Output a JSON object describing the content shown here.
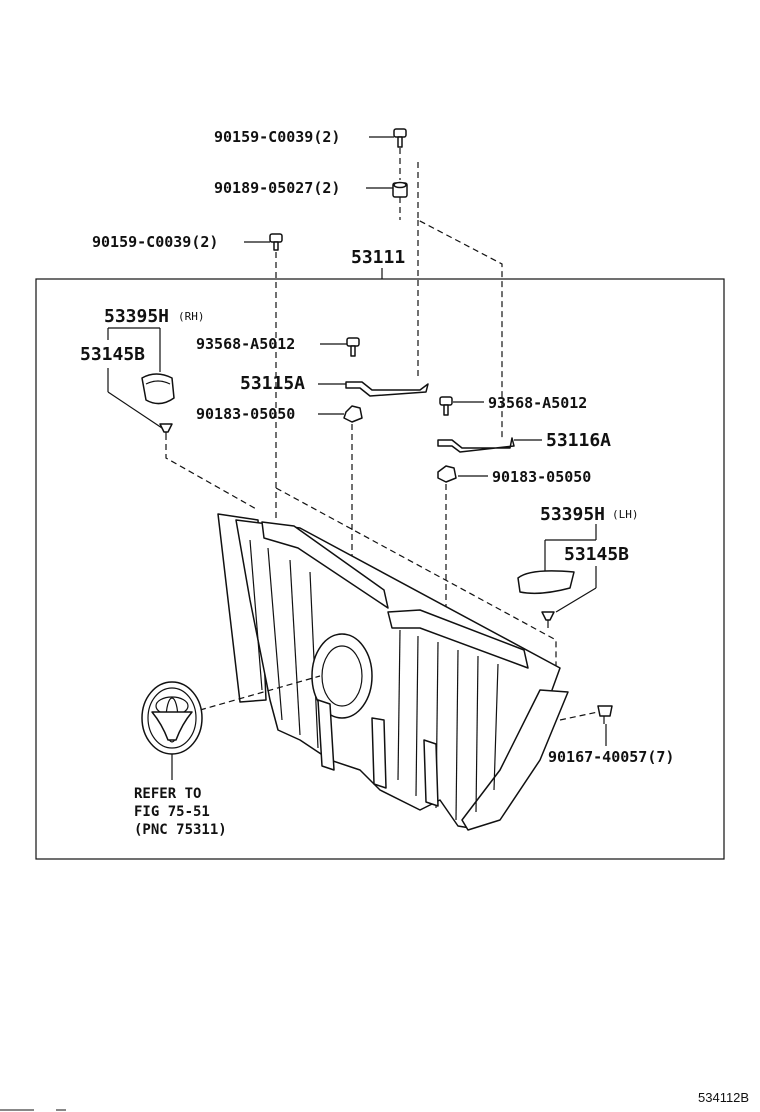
{
  "labels": {
    "bolt_top": "90159-C0039(2)",
    "nut_top": "90189-05027(2)",
    "bolt_left": "90159-C0039(2)",
    "grille": "53111",
    "emblem_rh": "53395H",
    "emblem_rh_side": "(RH)",
    "clip_rh": "53145B",
    "screw_1": "93568-A5012",
    "bracket_a": "53115A",
    "nut_1": "90183-05050",
    "screw_2": "93568-A5012",
    "bracket_b": "53116A",
    "nut_2": "90183-05050",
    "emblem_lh": "53395H",
    "emblem_lh_side": "(LH)",
    "clip_lh": "53145B",
    "clip_bottom": "90167-40057(7)",
    "refer_line1": "REFER TO",
    "refer_line2": "FIG 75-51",
    "refer_line3": "(PNC 75311)",
    "figure_id": "534112B"
  },
  "icons": [
    "bolt-icon",
    "nut-icon",
    "clip-icon",
    "bracket-icon",
    "emblem-icon",
    "grille-icon",
    "toyota-emblem-icon"
  ]
}
